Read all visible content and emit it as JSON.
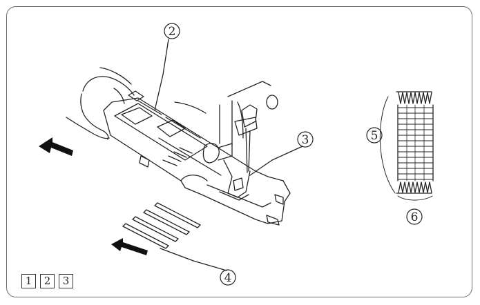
{
  "callouts": {
    "c2": "2",
    "c3": "3",
    "c4": "4",
    "c5": "5",
    "c6": "6"
  },
  "reference_boxes": [
    "1",
    "2",
    "3"
  ],
  "colors": {
    "line": "#222222",
    "frame": "#6a6a6a",
    "arrow": "#111111"
  }
}
